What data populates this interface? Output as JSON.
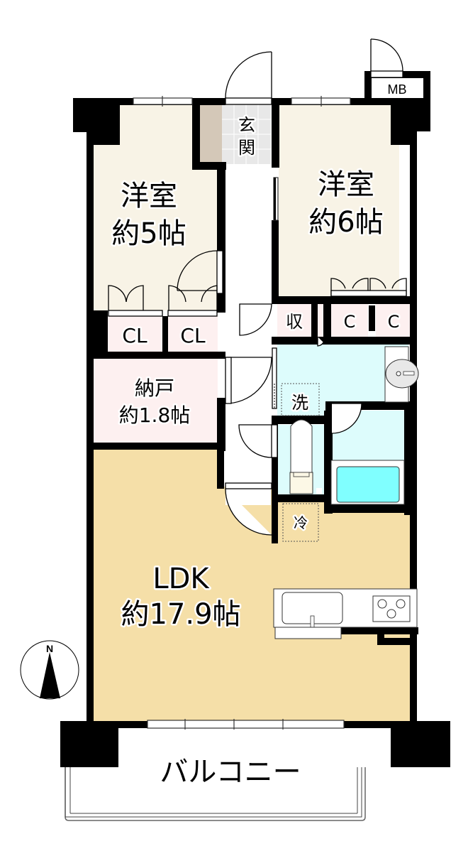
{
  "floorplan": {
    "rooms": {
      "western_room_1": {
        "name": "洋室",
        "size": "約5帖",
        "color": "#f8f3e6"
      },
      "western_room_2": {
        "name": "洋室",
        "size": "約6帖",
        "color": "#f8f3e6"
      },
      "entrance": {
        "name_line1": "玄",
        "name_line2": "関",
        "color": "#e8e8e8"
      },
      "closet_1": {
        "name": "CL",
        "color": "#fdf0f0"
      },
      "closet_2": {
        "name": "CL",
        "color": "#fdf0f0"
      },
      "storage_room": {
        "name": "納戸",
        "size": "約1.8帖",
        "color": "#fdf0f0"
      },
      "storage_small": {
        "name": "収",
        "color": "#fdf0f0"
      },
      "closet_c1": {
        "name": "C",
        "color": "#fdf0f0"
      },
      "closet_c2": {
        "name": "C",
        "color": "#fdf0f0"
      },
      "washroom": {
        "name": "洗",
        "color": "#ddfcfc"
      },
      "toilet": {
        "color": "#ddfcfc"
      },
      "bathroom": {
        "color": "#ddfcfc",
        "tub_color": "#80ffff"
      },
      "fridge": {
        "name": "冷"
      },
      "ldk": {
        "name": "LDK",
        "size": "約17.9帖",
        "color": "#f5dfa8"
      },
      "balcony": {
        "name": "バルコニー"
      },
      "meter_box": {
        "name": "MB"
      }
    },
    "compass": {
      "label": "N"
    },
    "colors": {
      "wall": "#000000",
      "shoe_storage": "#d4c8b8"
    }
  }
}
